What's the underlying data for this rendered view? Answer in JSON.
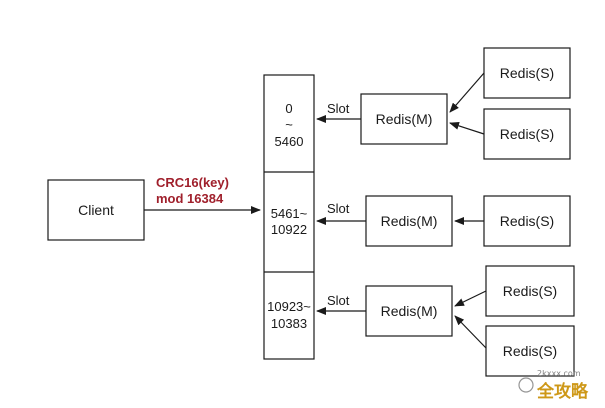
{
  "client": {
    "label": "Client"
  },
  "hash": {
    "line1": "CRC16(key)",
    "line2": "mod 16384",
    "color": "#a0202c"
  },
  "slot_ranges": [
    {
      "top": "0",
      "middle": "~",
      "bottom": "5460"
    },
    {
      "top": "5461~",
      "bottom": "10922"
    },
    {
      "top": "10923~",
      "bottom": "10383"
    }
  ],
  "masters": [
    {
      "label": "Redis(M)",
      "slot_label": "Slot"
    },
    {
      "label": "Redis(M)",
      "slot_label": "Slot"
    },
    {
      "label": "Redis(M)",
      "slot_label": "Slot"
    }
  ],
  "slaves": [
    {
      "label": "Redis(S)"
    },
    {
      "label": "Redis(S)"
    },
    {
      "label": "Redis(S)"
    },
    {
      "label": "Redis(S)"
    },
    {
      "label": "Redis(S)"
    }
  ],
  "watermark": {
    "text": "全攻略",
    "sub": "2kxxx.com",
    "color": "#c98d00"
  }
}
